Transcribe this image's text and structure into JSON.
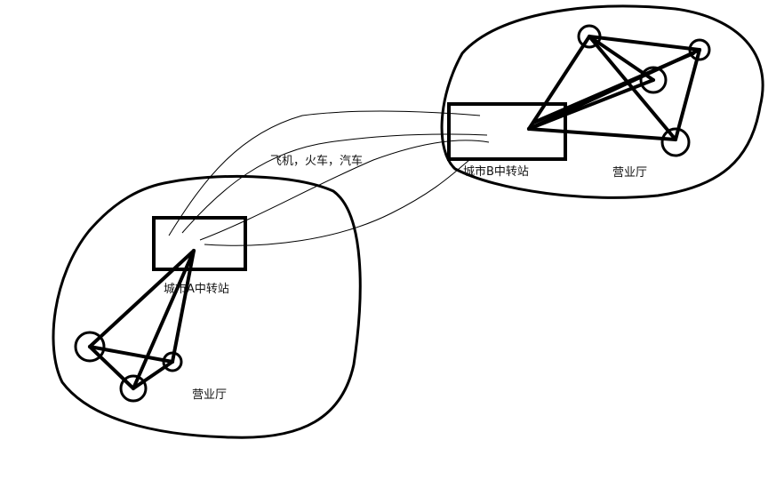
{
  "diagram": {
    "transport_label": "飞机，火车，汽车",
    "city_a": {
      "hub_label": "城市A中转站",
      "office_label": "营业厅"
    },
    "city_b": {
      "hub_label": "城市B中转站",
      "office_label": "营业厅"
    }
  },
  "colors": {
    "ink": "#000000",
    "background": "#ffffff"
  }
}
